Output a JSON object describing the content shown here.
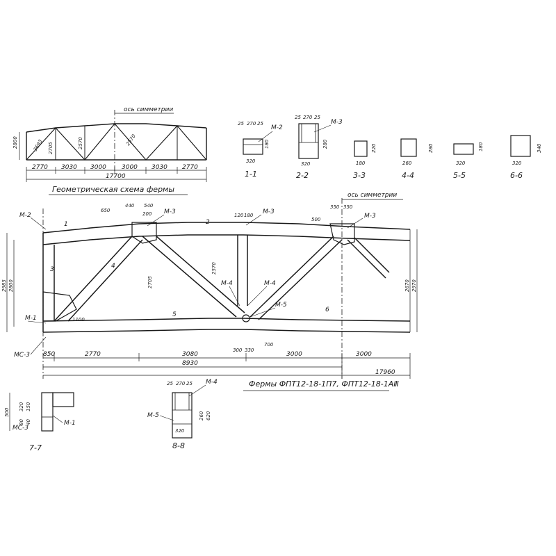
{
  "top_scheme": {
    "title": "Геометрическая схема фермы",
    "symmetry_axis": "ось симметрии",
    "height": "2800",
    "span_total": "17700",
    "panels": [
      "2770",
      "3030",
      "3000",
      "3000",
      "3030",
      "2770"
    ],
    "member_dims": [
      "3693",
      "2705",
      "2570",
      "2570"
    ]
  },
  "sections": [
    {
      "id": "1-1",
      "tag": "М-2",
      "dims": [
        "25",
        "270",
        "25"
      ],
      "w": "320",
      "h": "180"
    },
    {
      "id": "2-2",
      "tag": "М-3",
      "dims": [
        "25",
        "270",
        "25"
      ],
      "w": "320",
      "h": "280"
    },
    {
      "id": "3-3",
      "w": "180",
      "h": "220"
    },
    {
      "id": "4-4",
      "w": "260",
      "h": "280"
    },
    {
      "id": "5-5",
      "w": "320",
      "h": "180"
    },
    {
      "id": "6-6",
      "w": "320",
      "h": "340"
    }
  ],
  "main": {
    "title": "Фермы ФПТ12-18-1П7, ФПТ12-18-1АⅢ",
    "symmetry_axis": "ось симметрии",
    "tags": [
      "М-2",
      "М-3",
      "М-3",
      "М-3",
      "М-4",
      "М-4",
      "М-5",
      "М-1",
      "МС-3"
    ],
    "height_left": "2800",
    "height_left_outer": "2985",
    "height_right": "2670",
    "height_right_outer": "2970",
    "diag_dim": "2705",
    "diag_dim2": "2570",
    "bottom_dims": [
      "850",
      "2770",
      "3080",
      "3000",
      "3000"
    ],
    "overall_half": "8930",
    "overall": "17960",
    "section_marks": [
      "1",
      "2",
      "3",
      "4",
      "5",
      "6"
    ],
    "node_dims": [
      "440",
      "540",
      "200",
      "650",
      "120",
      "180",
      "350",
      "350",
      "500",
      "700",
      "300",
      "330",
      "1100"
    ]
  },
  "detail_77": {
    "id": "7-7",
    "tags": [
      "М-1",
      "МС-3"
    ],
    "dims": [
      "500",
      "320",
      "150",
      "80",
      "40"
    ]
  },
  "detail_88": {
    "id": "8-8",
    "tags": [
      "М-4",
      "М-5"
    ],
    "dims": [
      "25",
      "270",
      "25",
      "320",
      "260",
      "620"
    ]
  }
}
